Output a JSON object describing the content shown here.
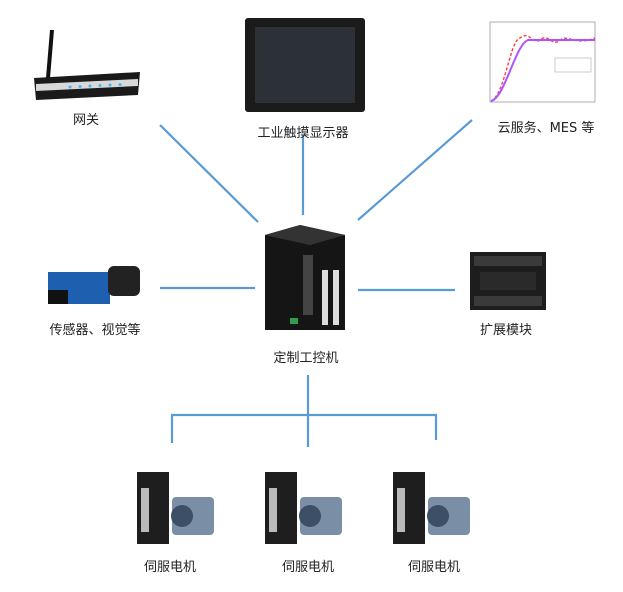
{
  "nodes": {
    "gateway": "网关",
    "hmi": "工业触摸显示器",
    "cloud": "云服务、MES 等",
    "sensor": "传感器、视觉等",
    "ipc": "定制工控机",
    "expansion": "扩展模块",
    "servo1": "伺服电机",
    "servo2": "伺服电机",
    "servo3": "伺服电机"
  },
  "colors": {
    "connector": "#5b9bd5"
  }
}
